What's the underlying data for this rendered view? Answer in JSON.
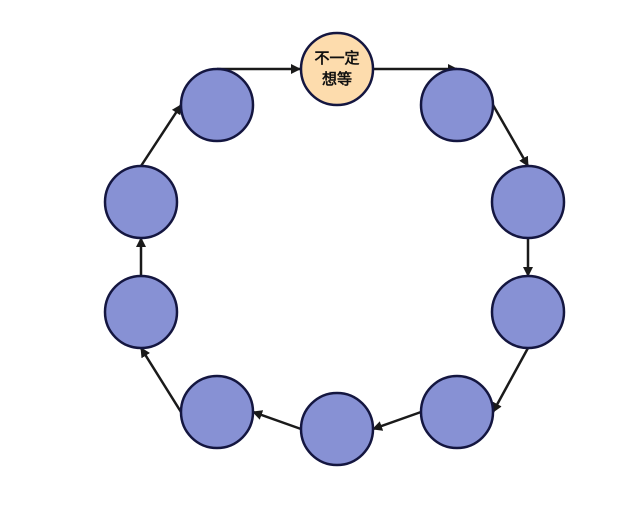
{
  "diagram": {
    "type": "cycle",
    "nodes": [
      {
        "id": "n1",
        "label": "不一定\n想等",
        "highlight": true
      },
      {
        "id": "n2",
        "label": ""
      },
      {
        "id": "n3",
        "label": ""
      },
      {
        "id": "n4",
        "label": ""
      },
      {
        "id": "n5",
        "label": ""
      },
      {
        "id": "n6",
        "label": ""
      },
      {
        "id": "n7",
        "label": ""
      },
      {
        "id": "n8",
        "label": ""
      },
      {
        "id": "n9",
        "label": ""
      },
      {
        "id": "n10",
        "label": ""
      }
    ],
    "edges": [
      {
        "from": "n10",
        "to": "n1"
      },
      {
        "from": "n1",
        "to": "n2"
      },
      {
        "from": "n2",
        "to": "n3"
      },
      {
        "from": "n3",
        "to": "n4"
      },
      {
        "from": "n4",
        "to": "n5"
      },
      {
        "from": "n5",
        "to": "n6"
      },
      {
        "from": "n6",
        "to": "n7"
      },
      {
        "from": "n7",
        "to": "n8"
      },
      {
        "from": "n8",
        "to": "n9"
      },
      {
        "from": "n9",
        "to": "n10"
      }
    ],
    "colors": {
      "node_fill": "#8791d4",
      "highlight_fill": "#fddcad",
      "stroke": "#141640",
      "arrow": "#1a1a1a"
    }
  }
}
